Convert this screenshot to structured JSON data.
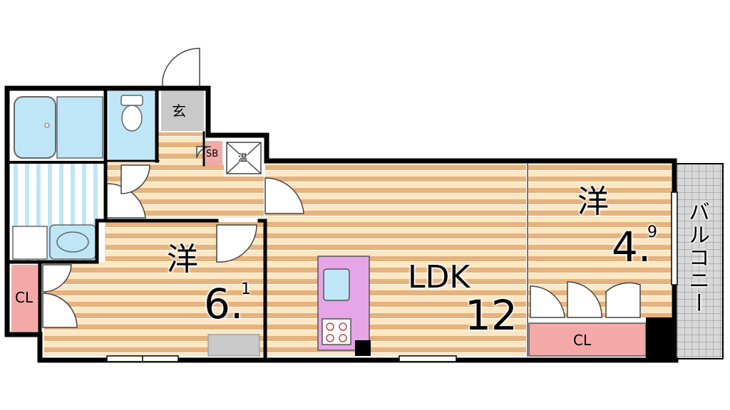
{
  "rooms": {
    "western_left": {
      "label": "洋",
      "size": "6.",
      "size_decimal": "1"
    },
    "ldk": {
      "label": "LDK",
      "size": "12"
    },
    "western_right": {
      "label": "洋",
      "size": "4.",
      "size_decimal": "9"
    },
    "entrance": {
      "label": "玄"
    },
    "shoe_box": {
      "label": "SB"
    },
    "water_heater": {
      "label": "温"
    },
    "closet_left": {
      "label": "CL"
    },
    "closet_right": {
      "label": "CL"
    },
    "balcony": {
      "label": "バルコニー"
    }
  },
  "colors": {
    "floor_wood_light": "#fbe7c4",
    "floor_wood_stripe": "#e6b27d",
    "bath_blue": "#bfe6f7",
    "closet_pink": "#f4a9a9",
    "kitchen_purple": "#e6a5e6",
    "entrance_gray": "#c9c9c9",
    "wall": "#000000"
  }
}
